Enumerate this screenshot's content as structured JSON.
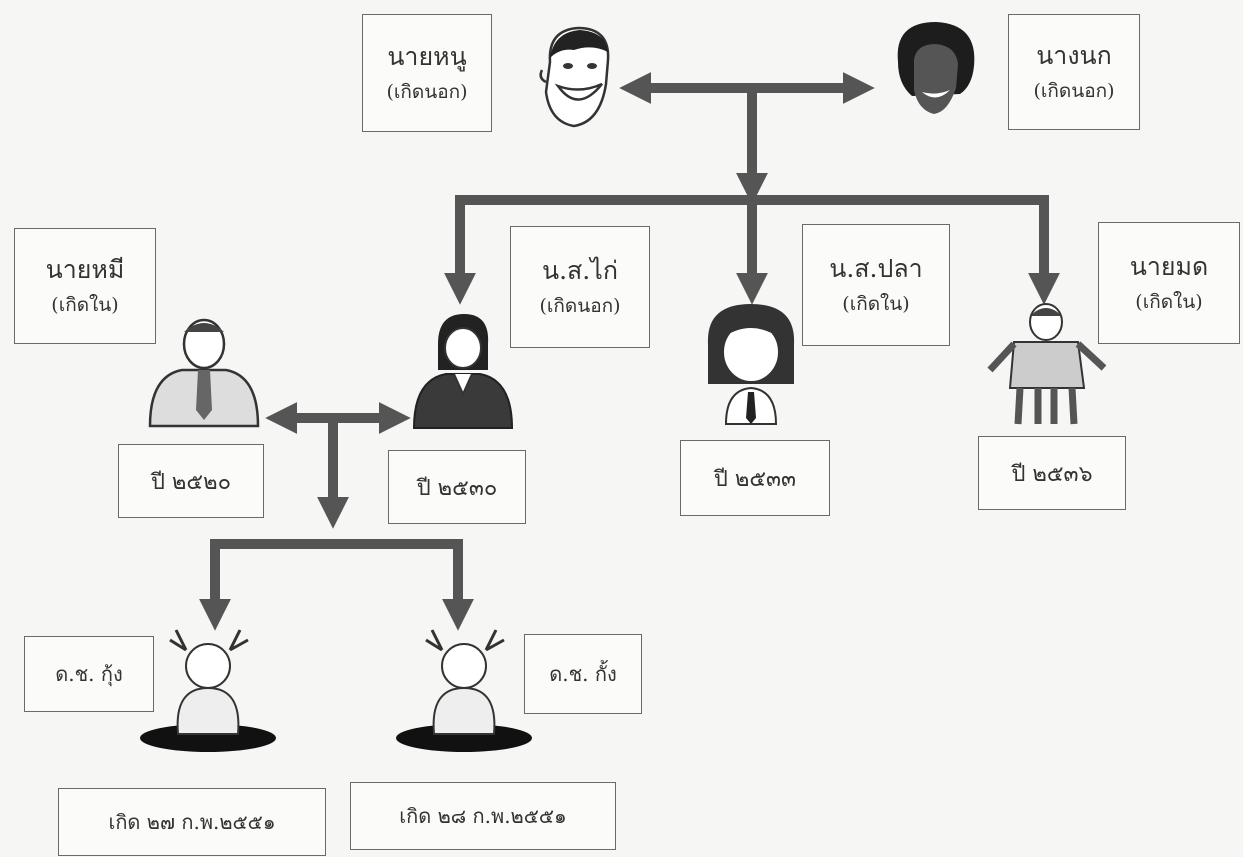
{
  "people": {
    "grandfather": {
      "name": "นายหนู",
      "note": "(เกิดนอก)"
    },
    "grandmother": {
      "name": "นางนก",
      "note": "(เกิดนอก)"
    },
    "husband": {
      "name": "นายหมี",
      "note": "(เกิดใน)",
      "year": "ปี ๒๕๒๐"
    },
    "daughter1": {
      "name": "น.ส.ไก่",
      "note": "(เกิดนอก)",
      "year": "ปี ๒๕๓๐"
    },
    "daughter2": {
      "name": "น.ส.ปลา",
      "note": "(เกิดใน)",
      "year": "ปี ๒๕๓๓"
    },
    "son": {
      "name": "นายมด",
      "note": "(เกิดใน)",
      "year": "ปี ๒๕๓๖"
    },
    "child1": {
      "name": "ด.ช. กุ้ง",
      "birth": "เกิด ๒๗ ก.พ.๒๕๕๑"
    },
    "child2": {
      "name": "ด.ช. กั้ง",
      "birth": "เกิด ๒๘ ก.พ.๒๕๕๑"
    }
  },
  "colors": {
    "arrow": "#555555",
    "box_border": "#6a6a6a",
    "background": "#f6f6f4"
  },
  "icons": [
    "man-face-icon",
    "woman-face-icon",
    "man-figure-icon",
    "woman-figure-icon",
    "girl-figure-icon",
    "boy-figure-icon",
    "baby-reindeer-icon"
  ]
}
